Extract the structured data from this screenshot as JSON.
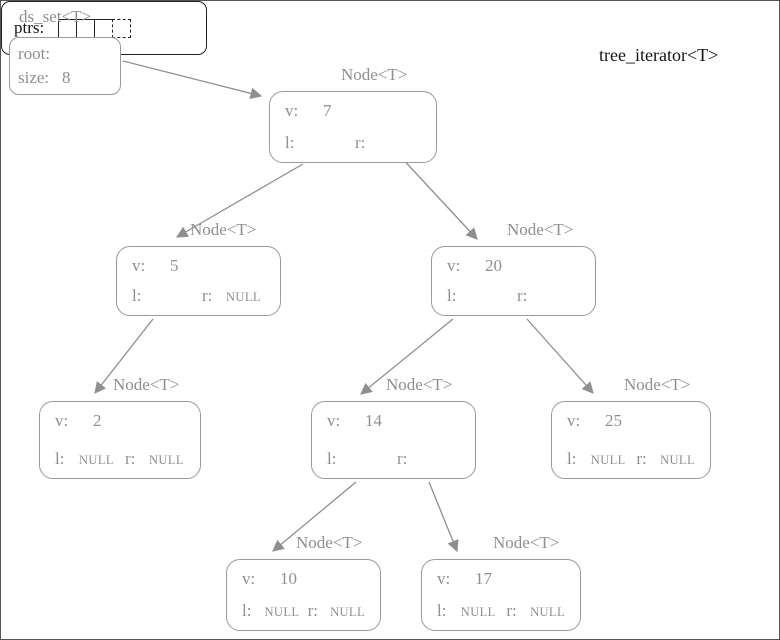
{
  "labels": {
    "node_type": "Node<T>",
    "v": "v:",
    "l": "l:",
    "r": "r:"
  },
  "set": {
    "title": "ds_set<T>",
    "root_label": "root:",
    "size_label": "size:",
    "size_value": "8"
  },
  "iterator": {
    "title": "tree_iterator<T>",
    "ptrs_label": "ptrs:"
  },
  "nodes": {
    "n7": {
      "v": "7",
      "l_null": "",
      "r_null": ""
    },
    "n5": {
      "v": "5",
      "l_null": "",
      "r_null": "NULL"
    },
    "n20": {
      "v": "20",
      "l_null": "",
      "r_null": ""
    },
    "n2": {
      "v": "2",
      "l_null": "NULL",
      "r_null": "NULL"
    },
    "n14": {
      "v": "14",
      "l_null": "",
      "r_null": ""
    },
    "n25": {
      "v": "25",
      "l_null": "NULL",
      "r_null": "NULL"
    },
    "n10": {
      "v": "10",
      "l_null": "NULL",
      "r_null": "NULL"
    },
    "n17": {
      "v": "17",
      "l_null": "NULL",
      "r_null": "NULL"
    }
  }
}
